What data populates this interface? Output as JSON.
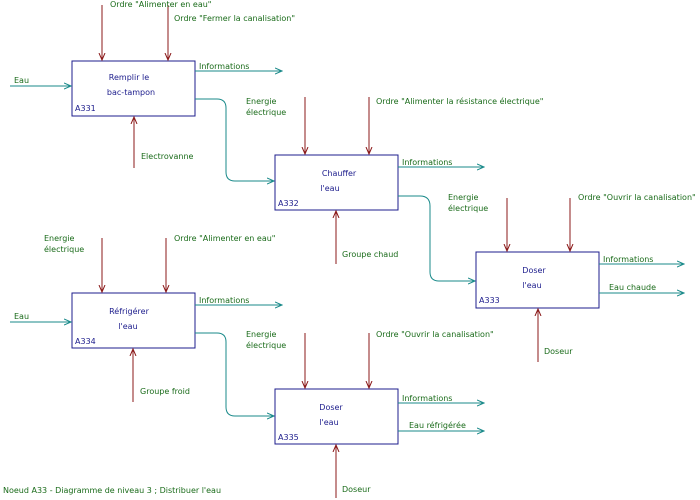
{
  "caption": "Noeud A33 - Diagramme de niveau 3 ; Distribuer l'eau",
  "boxes": {
    "a331": {
      "title_l1": "Remplir le",
      "title_l2": "bac-tampon",
      "code": "A331"
    },
    "a332": {
      "title_l1": "Chauffer",
      "title_l2": "l'eau",
      "code": "A332"
    },
    "a333": {
      "title_l1": "Doser",
      "title_l2": "l'eau",
      "code": "A333"
    },
    "a334": {
      "title_l1": "Réfrigérer",
      "title_l2": "l'eau",
      "code": "A334"
    },
    "a335": {
      "title_l1": "Doser",
      "title_l2": "l'eau",
      "code": "A335"
    }
  },
  "labels": {
    "a331_ctrl1": "Ordre \"Alimenter      en eau\"",
    "a331_ctrl2": "Ordre \"Fermer la canalisation\"",
    "a331_in": "Eau",
    "a331_out": "Informations",
    "a331_mech": "Electrovanne",
    "a332_ctrl1_l1": "Energie",
    "a332_ctrl1_l2": "électrique",
    "a332_ctrl2": "Ordre \"Alimenter la résistance électrique\"",
    "a332_out": "Informations",
    "a332_mech": "Groupe  chaud",
    "a333_ctrl1_l1": "Energie",
    "a333_ctrl1_l2": "électrique",
    "a333_ctrl2": "Ordre \"Ouvrir la canalisation\"",
    "a333_out1": "Informations",
    "a333_out2": "Eau chaude",
    "a333_mech": "Doseur",
    "a334_ctrl1_l1": "Energie",
    "a334_ctrl1_l2": "électrique",
    "a334_ctrl2": "Ordre \"Alimenter en eau\"",
    "a334_in": "Eau",
    "a334_out": "Informations",
    "a334_mech": "Groupe froid",
    "a335_ctrl1_l1": "Energie",
    "a335_ctrl1_l2": "électrique",
    "a335_ctrl2": "Ordre \"Ouvrir la canalisation\"",
    "a335_out1": "Informations",
    "a335_out2": "Eau réfrigérée",
    "a335_mech": "Doseur"
  },
  "colors": {
    "box_border": "#1c1c8c",
    "control_arrow": "#8b1a1a",
    "flow_arrow": "#1a8a8a",
    "label_text": "#1a6b1a"
  }
}
